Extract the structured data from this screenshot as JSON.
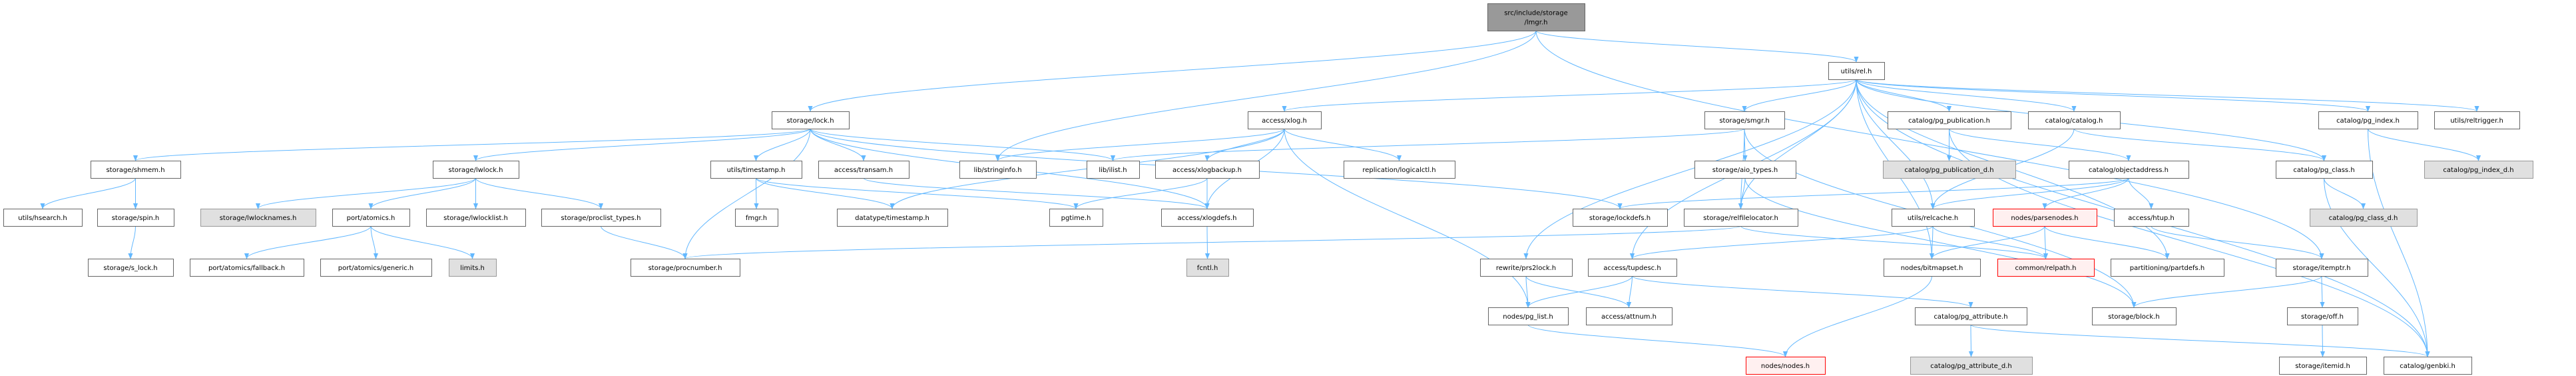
{
  "graph": {
    "title": "src/include/storage/lmgr.h",
    "colors": {
      "edge": "#63b8ff",
      "node_border": "#666666",
      "external_fill": "#e0e0e0",
      "root_fill": "#999999",
      "incomplete_border": "#ff0000"
    },
    "nodes": {
      "lmgr": {
        "label": [
          "src/include/storage",
          "/lmgr.h"
        ],
        "kind": "root"
      },
      "rel": {
        "label": [
          "utils/rel.h"
        ]
      },
      "lock": {
        "label": [
          "storage/lock.h"
        ]
      },
      "xlog": {
        "label": [
          "access/xlog.h"
        ]
      },
      "smgr": {
        "label": [
          "storage/smgr.h"
        ]
      },
      "pg_publication": {
        "label": [
          "catalog/pg_publication.h"
        ]
      },
      "catalog": {
        "label": [
          "catalog/catalog.h"
        ]
      },
      "pg_index": {
        "label": [
          "catalog/pg_index.h"
        ]
      },
      "reltrigger": {
        "label": [
          "utils/reltrigger.h"
        ]
      },
      "shmem": {
        "label": [
          "storage/shmem.h"
        ]
      },
      "lwlock": {
        "label": [
          "storage/lwlock.h"
        ]
      },
      "timestamp": {
        "label": [
          "utils/timestamp.h"
        ]
      },
      "transam": {
        "label": [
          "access/transam.h"
        ]
      },
      "stringinfo": {
        "label": [
          "lib/stringinfo.h"
        ]
      },
      "ilist": {
        "label": [
          "lib/ilist.h"
        ]
      },
      "xlogbackup": {
        "label": [
          "access/xlogbackup.h"
        ]
      },
      "logicalctl": {
        "label": [
          "replication/logicalctl.h"
        ]
      },
      "aio_types": {
        "label": [
          "storage/aio_types.h"
        ]
      },
      "pg_publication_d": {
        "label": [
          "catalog/pg_publication_d.h"
        ],
        "kind": "ext"
      },
      "objectaddress": {
        "label": [
          "catalog/objectaddress.h"
        ]
      },
      "pg_class": {
        "label": [
          "catalog/pg_class.h"
        ]
      },
      "pg_index_d": {
        "label": [
          "catalog/pg_index_d.h"
        ],
        "kind": "ext"
      },
      "hsearch": {
        "label": [
          "utils/hsearch.h"
        ]
      },
      "spin": {
        "label": [
          "storage/spin.h"
        ]
      },
      "lwlocknames": {
        "label": [
          "storage/lwlocknames.h"
        ],
        "kind": "ext"
      },
      "atomics": {
        "label": [
          "port/atomics.h"
        ]
      },
      "lwlocklist": {
        "label": [
          "storage/lwlocklist.h"
        ]
      },
      "proclist_types": {
        "label": [
          "storage/proclist_types.h"
        ]
      },
      "fmgr": {
        "label": [
          "fmgr.h"
        ]
      },
      "dt_timestamp": {
        "label": [
          "datatype/timestamp.h"
        ]
      },
      "pgtime": {
        "label": [
          "pgtime.h"
        ]
      },
      "xlogdefs": {
        "label": [
          "access/xlogdefs.h"
        ]
      },
      "lockdefs": {
        "label": [
          "storage/lockdefs.h"
        ]
      },
      "relfilelocator": {
        "label": [
          "storage/relfilelocator.h"
        ]
      },
      "relcache": {
        "label": [
          "utils/relcache.h"
        ]
      },
      "parsenodes": {
        "label": [
          "nodes/parsenodes.h"
        ],
        "kind": "red"
      },
      "htup": {
        "label": [
          "access/htup.h"
        ]
      },
      "pg_class_d": {
        "label": [
          "catalog/pg_class_d.h"
        ],
        "kind": "ext"
      },
      "s_lock": {
        "label": [
          "storage/s_lock.h"
        ]
      },
      "fallback": {
        "label": [
          "port/atomics/fallback.h"
        ]
      },
      "generic": {
        "label": [
          "port/atomics/generic.h"
        ]
      },
      "limits": {
        "label": [
          "limits.h"
        ],
        "kind": "ext"
      },
      "procnumber": {
        "label": [
          "storage/procnumber.h"
        ]
      },
      "fcntl": {
        "label": [
          "fcntl.h"
        ],
        "kind": "ext"
      },
      "prs2lock": {
        "label": [
          "rewrite/prs2lock.h"
        ]
      },
      "tupdesc": {
        "label": [
          "access/tupdesc.h"
        ]
      },
      "bitmapset": {
        "label": [
          "nodes/bitmapset.h"
        ]
      },
      "relpath": {
        "label": [
          "common/relpath.h"
        ],
        "kind": "red"
      },
      "partdefs": {
        "label": [
          "partitioning/partdefs.h"
        ]
      },
      "itemptr": {
        "label": [
          "storage/itemptr.h"
        ]
      },
      "pg_list": {
        "label": [
          "nodes/pg_list.h"
        ]
      },
      "attnum": {
        "label": [
          "access/attnum.h"
        ]
      },
      "pg_attribute": {
        "label": [
          "catalog/pg_attribute.h"
        ]
      },
      "block": {
        "label": [
          "storage/block.h"
        ]
      },
      "off": {
        "label": [
          "storage/off.h"
        ]
      },
      "nodes": {
        "label": [
          "nodes/nodes.h"
        ],
        "kind": "red"
      },
      "pg_attribute_d": {
        "label": [
          "catalog/pg_attribute_d.h"
        ],
        "kind": "ext"
      },
      "itemid": {
        "label": [
          "storage/itemid.h"
        ]
      },
      "genbki": {
        "label": [
          "catalog/genbki.h"
        ]
      }
    },
    "edges": [
      [
        "lmgr",
        "lock"
      ],
      [
        "lmgr",
        "stringinfo"
      ],
      [
        "lmgr",
        "rel"
      ],
      [
        "lmgr",
        "itemptr"
      ],
      [
        "lock",
        "shmem"
      ],
      [
        "lock",
        "lwlock"
      ],
      [
        "lock",
        "procnumber"
      ],
      [
        "lock",
        "timestamp"
      ],
      [
        "lock",
        "transam"
      ],
      [
        "lock",
        "ilist"
      ],
      [
        "lock",
        "xlogdefs"
      ],
      [
        "lock",
        "lockdefs"
      ],
      [
        "shmem",
        "hsearch"
      ],
      [
        "shmem",
        "spin"
      ],
      [
        "spin",
        "s_lock"
      ],
      [
        "lwlock",
        "lwlocknames"
      ],
      [
        "lwlock",
        "atomics"
      ],
      [
        "lwlock",
        "lwlocklist"
      ],
      [
        "lwlock",
        "proclist_types"
      ],
      [
        "atomics",
        "fallback"
      ],
      [
        "atomics",
        "generic"
      ],
      [
        "atomics",
        "limits"
      ],
      [
        "proclist_types",
        "procnumber"
      ],
      [
        "timestamp",
        "fmgr"
      ],
      [
        "timestamp",
        "dt_timestamp"
      ],
      [
        "timestamp",
        "pgtime"
      ],
      [
        "transam",
        "xlogdefs"
      ],
      [
        "xlog",
        "stringinfo"
      ],
      [
        "xlog",
        "dt_timestamp"
      ],
      [
        "xlog",
        "xlogbackup"
      ],
      [
        "xlog",
        "xlogdefs"
      ],
      [
        "xlog",
        "logicalctl"
      ],
      [
        "xlog",
        "pg_list"
      ],
      [
        "xlogbackup",
        "pgtime"
      ],
      [
        "xlogbackup",
        "xlogdefs"
      ],
      [
        "xlogdefs",
        "fcntl"
      ],
      [
        "rel",
        "xlog"
      ],
      [
        "rel",
        "smgr"
      ],
      [
        "rel",
        "pg_publication"
      ],
      [
        "rel",
        "catalog"
      ],
      [
        "rel",
        "pg_index"
      ],
      [
        "rel",
        "reltrigger"
      ],
      [
        "rel",
        "relcache"
      ],
      [
        "rel",
        "partdefs"
      ],
      [
        "rel",
        "pg_class"
      ],
      [
        "rel",
        "relfilelocator"
      ],
      [
        "rel",
        "prs2lock"
      ],
      [
        "rel",
        "tupdesc"
      ],
      [
        "rel",
        "bitmapset"
      ],
      [
        "rel",
        "genbki"
      ],
      [
        "smgr",
        "aio_types"
      ],
      [
        "smgr",
        "relfilelocator"
      ],
      [
        "smgr",
        "block"
      ],
      [
        "smgr",
        "ilist"
      ],
      [
        "aio_types",
        "relfilelocator"
      ],
      [
        "aio_types",
        "block"
      ],
      [
        "relfilelocator",
        "relpath"
      ],
      [
        "relfilelocator",
        "procnumber"
      ],
      [
        "pg_publication",
        "pg_publication_d"
      ],
      [
        "pg_publication",
        "objectaddress"
      ],
      [
        "pg_publication",
        "genbki"
      ],
      [
        "catalog",
        "pg_class"
      ],
      [
        "catalog",
        "relcache"
      ],
      [
        "objectaddress",
        "relcache"
      ],
      [
        "objectaddress",
        "parsenodes"
      ],
      [
        "objectaddress",
        "htup"
      ],
      [
        "objectaddress",
        "lockdefs"
      ],
      [
        "pg_class",
        "pg_class_d"
      ],
      [
        "pg_class",
        "genbki"
      ],
      [
        "pg_index",
        "pg_index_d"
      ],
      [
        "pg_index",
        "genbki"
      ],
      [
        "relcache",
        "bitmapset"
      ],
      [
        "relcache",
        "relpath"
      ],
      [
        "relcache",
        "tupdesc"
      ],
      [
        "parsenodes",
        "bitmapset"
      ],
      [
        "parsenodes",
        "relpath"
      ],
      [
        "parsenodes",
        "partdefs"
      ],
      [
        "htup",
        "itemptr"
      ],
      [
        "itemptr",
        "block"
      ],
      [
        "itemptr",
        "off"
      ],
      [
        "off",
        "itemid"
      ],
      [
        "bitmapset",
        "nodes"
      ],
      [
        "pg_list",
        "nodes"
      ],
      [
        "tupdesc",
        "pg_list"
      ],
      [
        "tupdesc",
        "attnum"
      ],
      [
        "tupdesc",
        "pg_attribute"
      ],
      [
        "prs2lock",
        "pg_list"
      ],
      [
        "prs2lock",
        "attnum"
      ],
      [
        "pg_attribute",
        "pg_attribute_d"
      ],
      [
        "pg_attribute",
        "genbki"
      ]
    ]
  }
}
